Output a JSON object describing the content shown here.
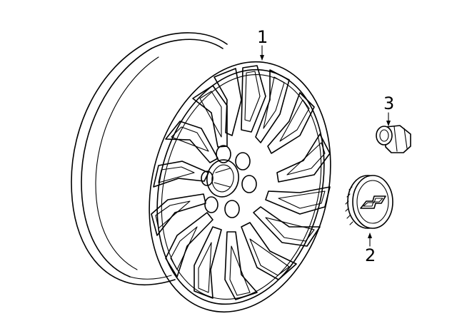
{
  "callouts": [
    {
      "id": "wheel",
      "number": "1"
    },
    {
      "id": "center-cap",
      "number": "2"
    },
    {
      "id": "lug-nut",
      "number": "3"
    }
  ],
  "colors": {
    "line": "#000000",
    "background": "#ffffff"
  },
  "icons": [
    "bowtie-emblem-icon"
  ]
}
